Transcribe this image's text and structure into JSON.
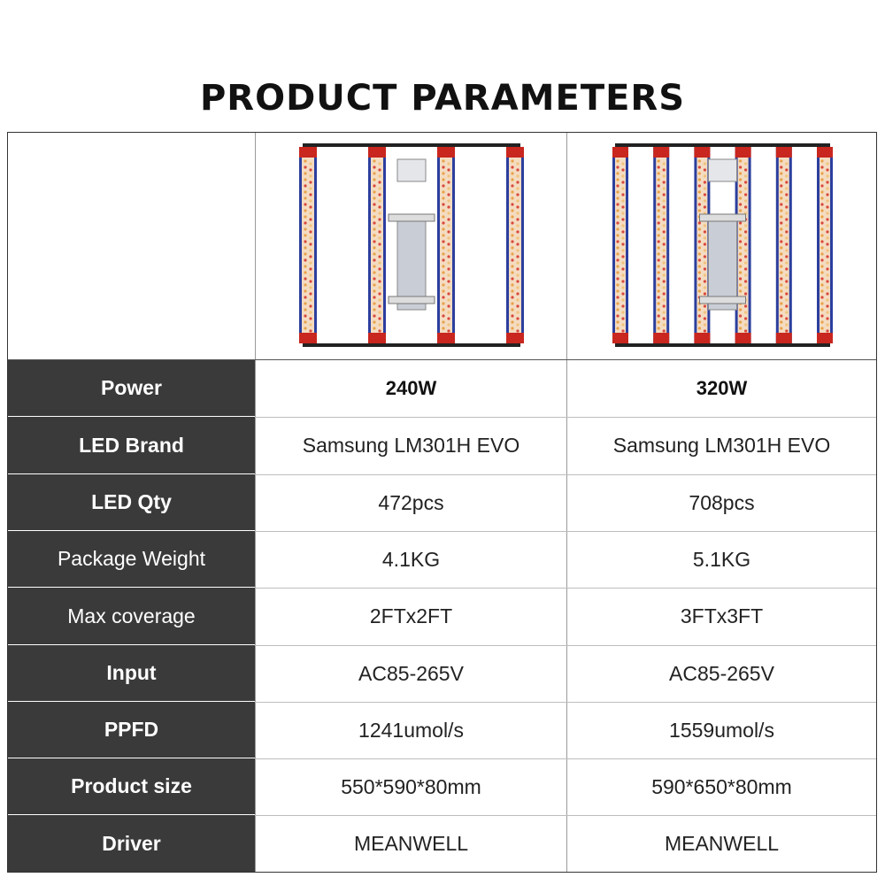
{
  "title": "PRODUCT PARAMETERS",
  "products": [
    {
      "image": "led-grow-light-240w-image",
      "bars": 4
    },
    {
      "image": "led-grow-light-320w-image",
      "bars": 6
    }
  ],
  "rows": [
    {
      "label": "Power",
      "values": [
        "240W",
        "320W"
      ]
    },
    {
      "label": "LED Brand",
      "values": [
        "Samsung LM301H EVO",
        "Samsung LM301H EVO"
      ]
    },
    {
      "label": "LED Qty",
      "values": [
        "472pcs",
        "708pcs"
      ]
    },
    {
      "label": "Package Weight",
      "values": [
        "4.1KG",
        "5.1KG"
      ]
    },
    {
      "label": "Max coverage",
      "values": [
        "2FTx2FT",
        "3FTx3FT"
      ]
    },
    {
      "label": "Input",
      "values": [
        "AC85-265V",
        "AC85-265V"
      ]
    },
    {
      "label": "PPFD",
      "values": [
        "1241umol/s",
        "1559umol/s"
      ]
    },
    {
      "label": "Product size",
      "values": [
        "550*590*80mm",
        "590*650*80mm"
      ]
    },
    {
      "label": "Driver",
      "values": [
        "MEANWELL",
        "MEANWELL"
      ]
    }
  ],
  "colors": {
    "label_bg": "#3a3a3a",
    "bar_red": "#c8261e",
    "bar_blue": "#2c3f9e"
  }
}
